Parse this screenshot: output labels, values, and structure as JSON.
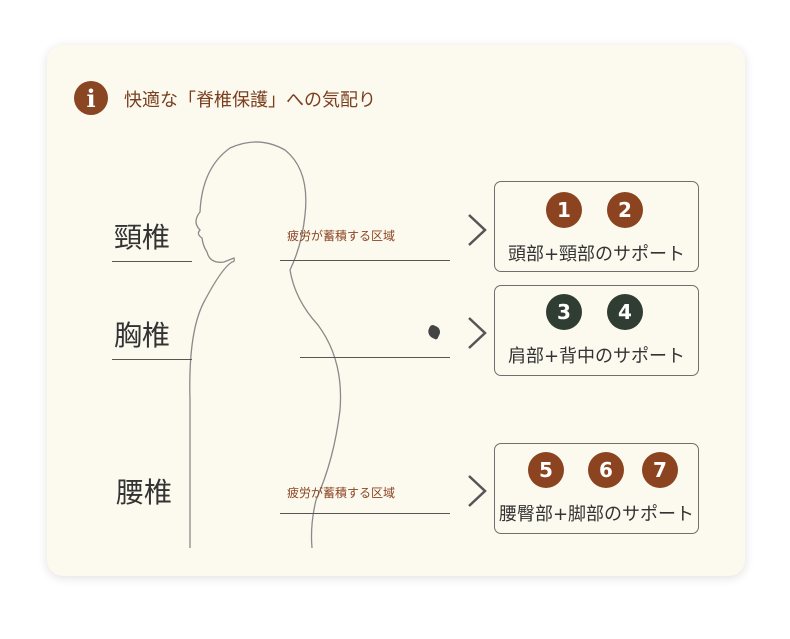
{
  "header": {
    "title": "快適な「脊椎保護」への気配り",
    "icon": "info-icon"
  },
  "regions": [
    {
      "label": "頸椎",
      "note": "疲労が蓄積する区域",
      "support": "頭部+頸部のサポート",
      "badges": [
        "1",
        "2"
      ],
      "badge_color": "#8c4420"
    },
    {
      "label": "胸椎",
      "note": "",
      "support": "肩部+背中のサポート",
      "badges": [
        "3",
        "4"
      ],
      "badge_color": "#2f3d33"
    },
    {
      "label": "腰椎",
      "note": "疲労が蓄積する区域",
      "support": "腰臀部+脚部のサポート",
      "badges": [
        "5",
        "6",
        "7"
      ],
      "badge_color": "#8c4420"
    }
  ],
  "colors": {
    "accent": "#8a4522",
    "card_bg": "#fcf9ef"
  }
}
